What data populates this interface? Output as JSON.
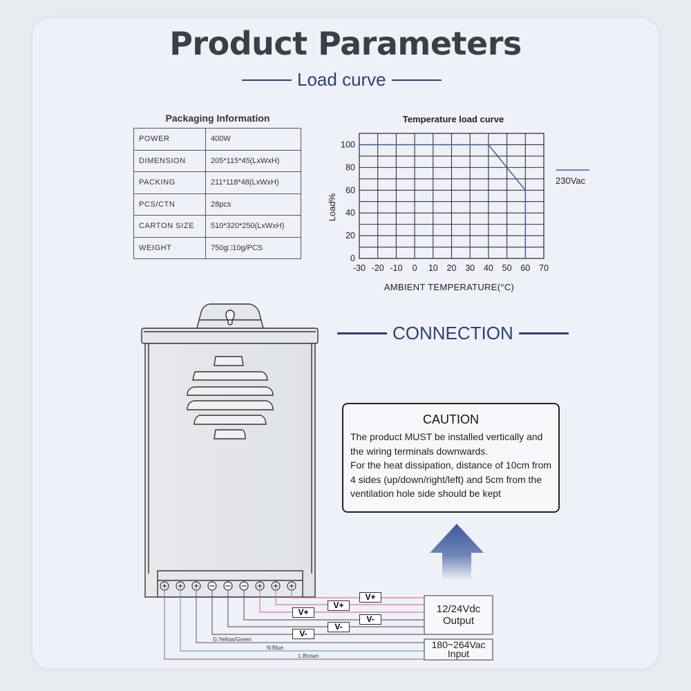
{
  "title": "Product Parameters",
  "load_curve_heading": "Load curve",
  "connection_heading": "CONNECTION",
  "packaging": {
    "title": "Packaging Information",
    "rows": [
      {
        "label": "POWER",
        "value": "400W"
      },
      {
        "label": "DIMENSION",
        "value": "205*115*45(LxWxH)"
      },
      {
        "label": "PACKING",
        "value": "211*118*48(LxWxH)"
      },
      {
        "label": "PCS/CTN",
        "value": "28pcs"
      },
      {
        "label": "CARTON SIZE",
        "value": "510*320*250(LxWxH)"
      },
      {
        "label": "WEIGHT",
        "value": "750g□10g/PCS"
      }
    ]
  },
  "chart_data": {
    "type": "line",
    "title": "Temperature load curve",
    "xlabel": "AMBIENT TEMPERATURE(°C)",
    "ylabel": "Load%",
    "xlim": [
      -30,
      70
    ],
    "ylim": [
      0,
      110
    ],
    "xticks": [
      -30,
      -20,
      -10,
      0,
      10,
      20,
      30,
      40,
      50,
      60,
      70
    ],
    "yticks": [
      0,
      20,
      40,
      60,
      80,
      100
    ],
    "grid": true,
    "legend_position": "right",
    "series": [
      {
        "name": "230Vac",
        "color": "#3a5fb0",
        "points": [
          [
            -30,
            100
          ],
          [
            40,
            100
          ],
          [
            60,
            60
          ],
          [
            60,
            0
          ]
        ]
      }
    ]
  },
  "caution": {
    "heading": "CAUTION",
    "lines": [
      "The product MUST be installed vertically and",
      "the wiring terminals downwards.",
      "For the heat dissipation, distance of 10cm from",
      "4 sides (up/down/right/left) and 5cm from the",
      "ventilation hole side should be kept"
    ]
  },
  "wiring": {
    "labels": {
      "v_plus": "V+",
      "v_minus": "V-",
      "ground": "G:Yellow/Green",
      "neutral": "N:Blue",
      "live": "L:Brown"
    },
    "output": {
      "line1": "12/24Vdc",
      "line2": "Output"
    },
    "input": {
      "line1": "180~264Vac",
      "line2": "Input"
    },
    "colors": {
      "positive": "#d97a92",
      "negative": "#666666",
      "ground": "#777777",
      "neutral": "#6f9fd8",
      "live": "#888888",
      "arrow": "#3c5a9a"
    }
  }
}
